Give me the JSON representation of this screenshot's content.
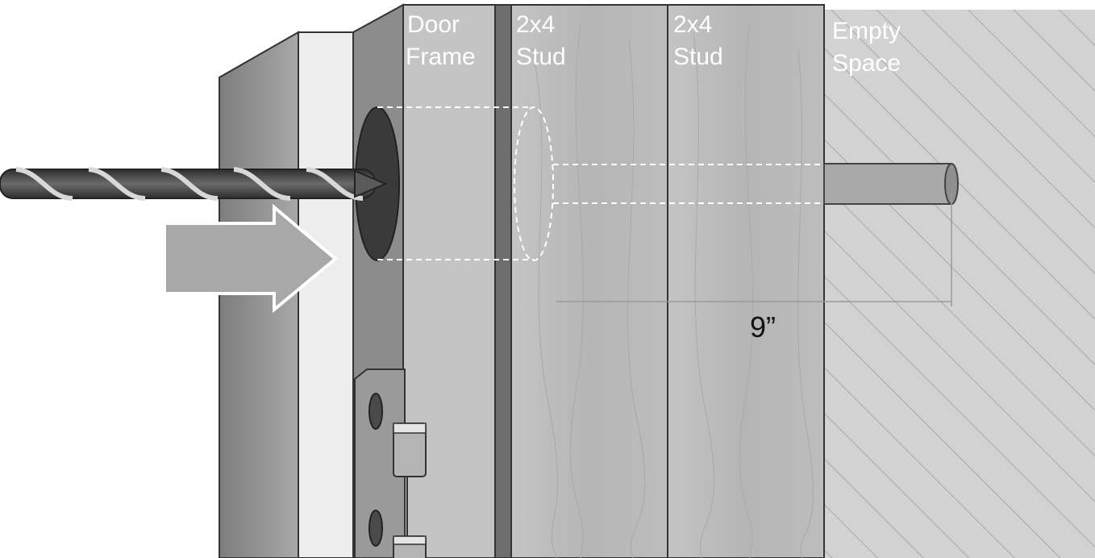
{
  "labels": {
    "door_frame": {
      "line1": "Door",
      "line2": "Frame"
    },
    "stud_1": {
      "line1": "2x4",
      "line2": "Stud"
    },
    "stud_2": {
      "line1": "2x4",
      "line2": "Stud"
    },
    "empty_space": {
      "line1": "Empty",
      "line2": "Space"
    }
  },
  "measurement": "9”",
  "colors": {
    "door_face": "#9e9e9e",
    "door_edge": "#e6e6e6",
    "frame_face": "#8a8a8a",
    "frame_front": "#c2c2c2",
    "stud": "#b8b8b8",
    "empty_space": "#d2d2d2",
    "arrow": "#a8a8a8",
    "hinge": "#9a9a9a"
  }
}
